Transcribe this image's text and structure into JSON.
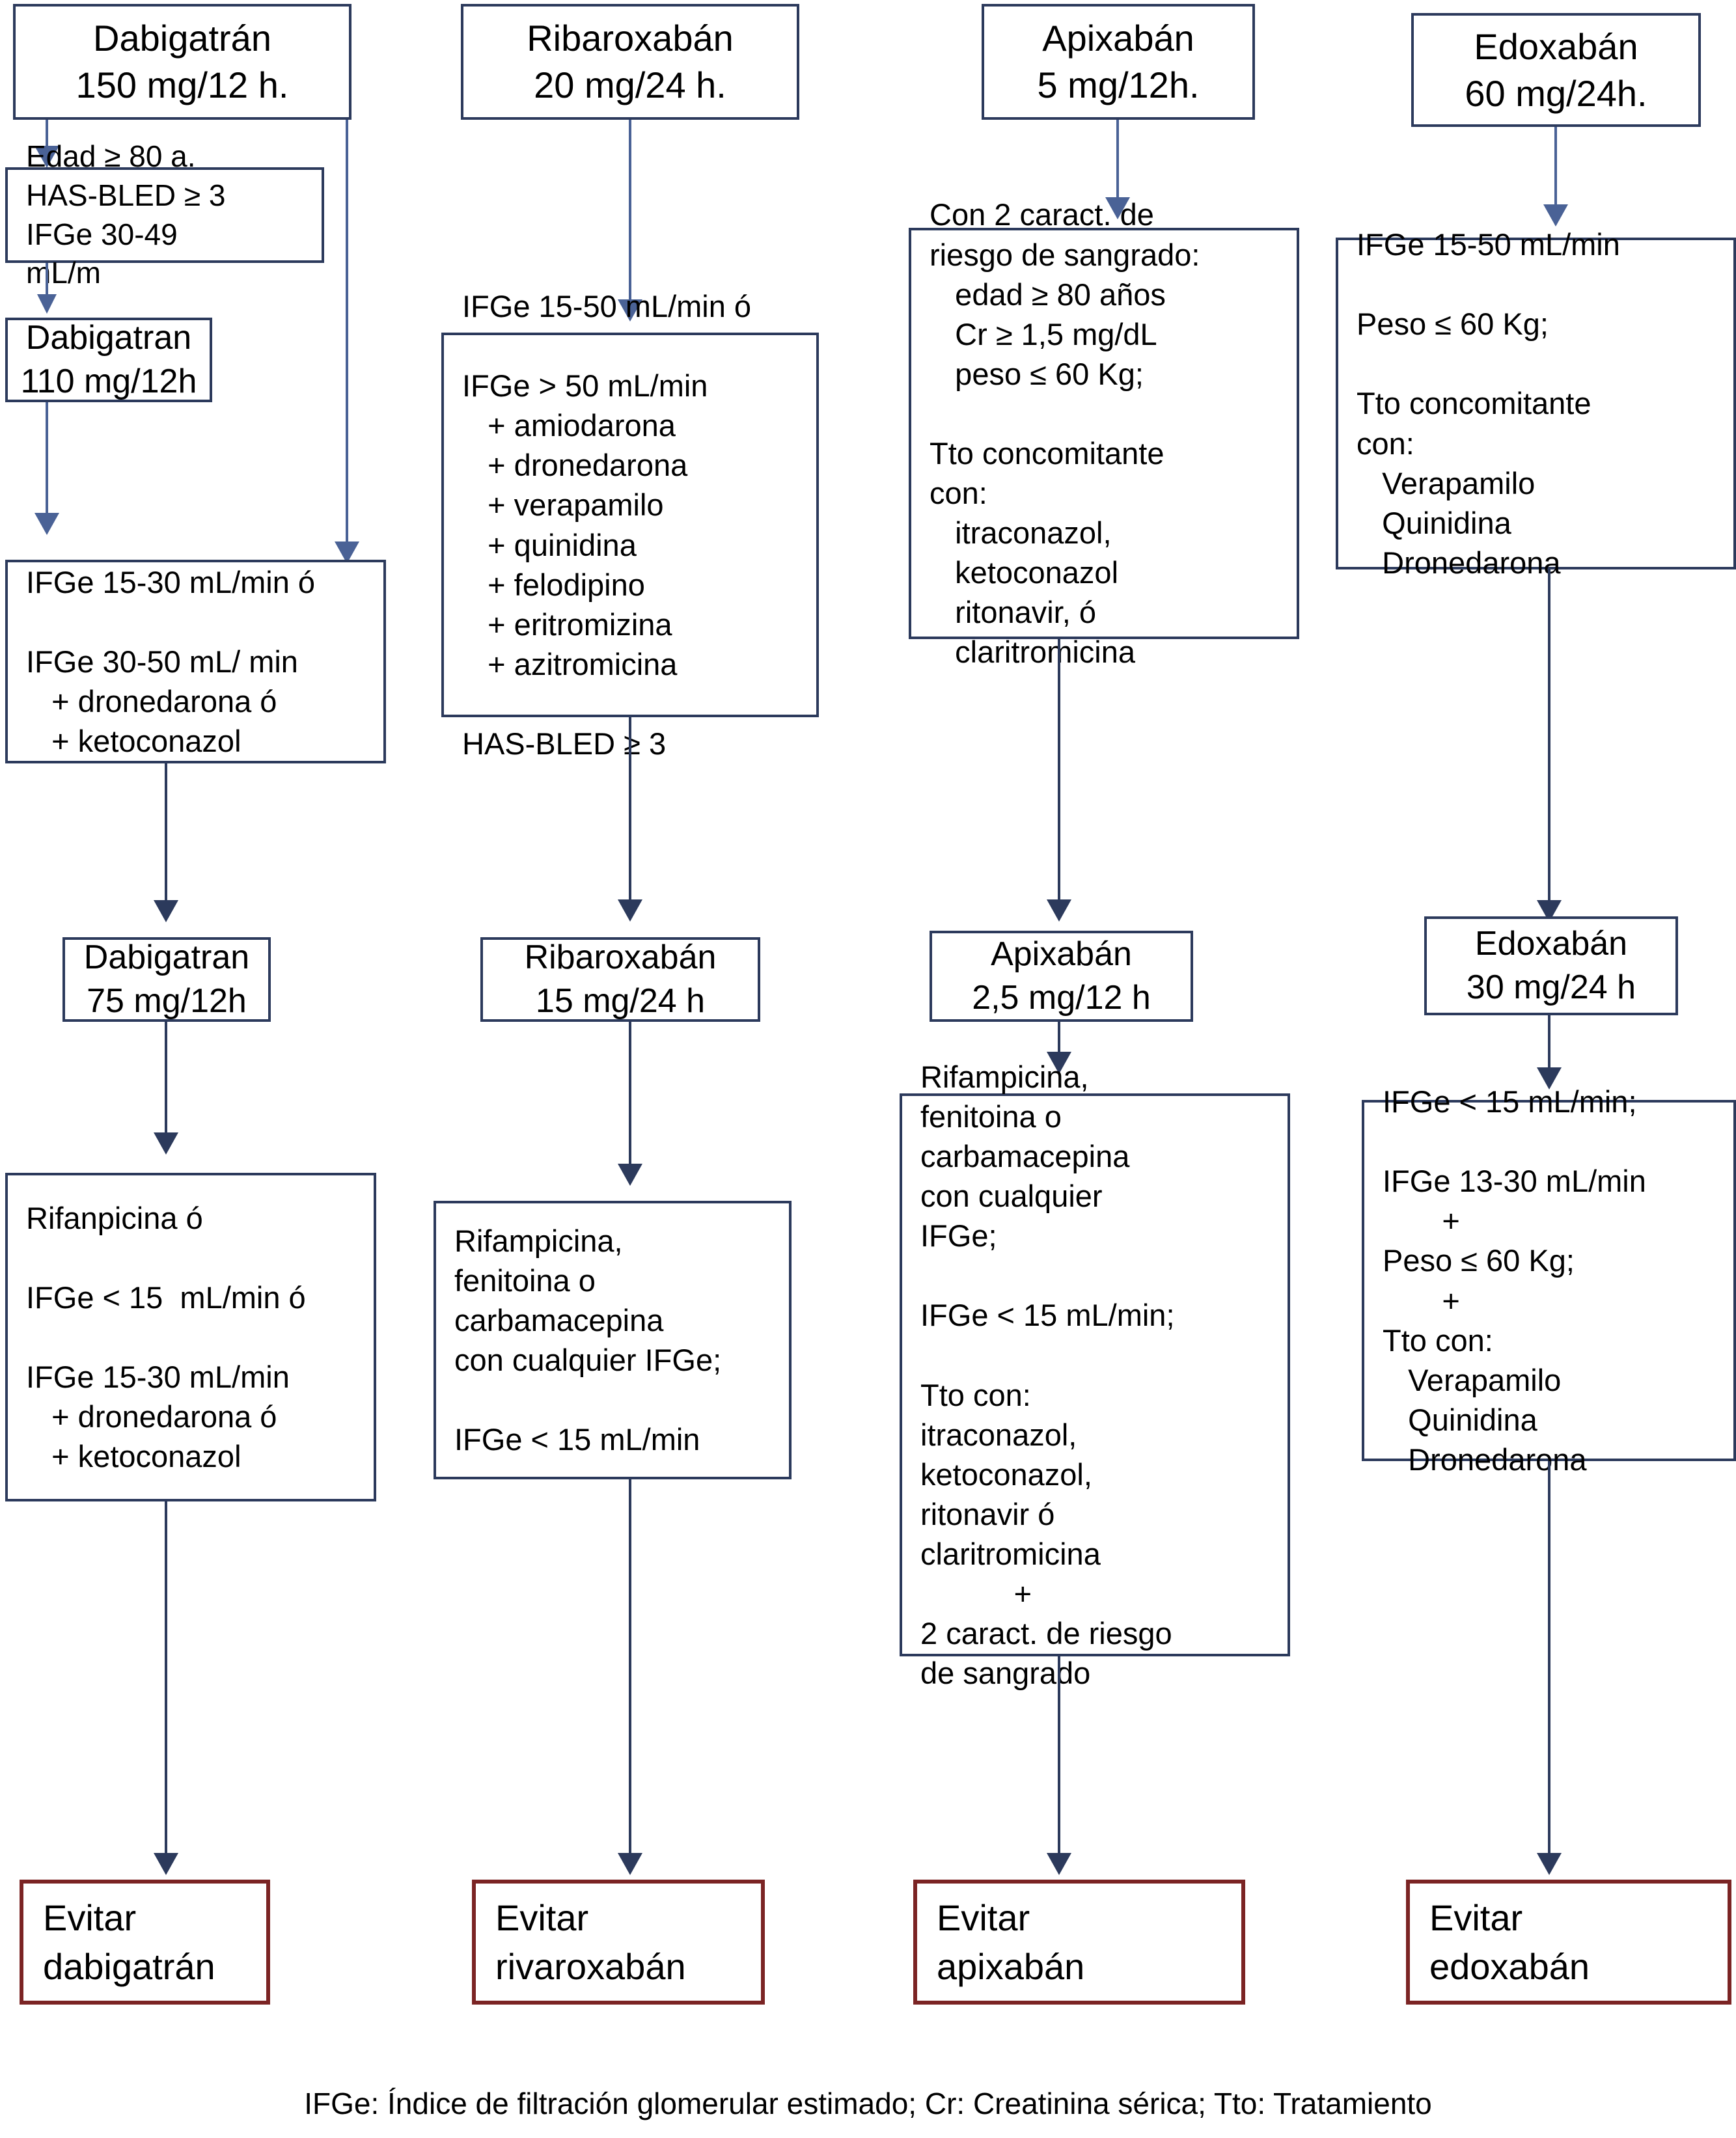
{
  "colors": {
    "box_border": "#2c3a5c",
    "avoid_border": "#7b2424",
    "arrow_light": "#4a6296",
    "arrow_dark": "#2c3a5c",
    "background": "#ffffff",
    "text": "#000000"
  },
  "columns": [
    {
      "id": "dabigatran",
      "start": "Dabigatrán\n150 mg/12 h.",
      "criteria1": "Edad ≥ 80 a.\nHAS-BLED ≥ 3\nIFGe 30-49\nmL/m",
      "dose2": "Dabigatran\n110 mg/12h",
      "criteria2": "IFGe 15-30 mL/min ó\n\nIFGe 30-50 mL/ min\n   + dronedarona ó\n   + ketoconazol",
      "dose3": "Dabigatran\n75 mg/12h",
      "criteria3": "Rifanpicina ó\n\nIFGe < 15  mL/min ó\n\nIFGe 15-30 mL/min\n   + dronedarona ó\n   + ketoconazol",
      "avoid": "Evitar\ndabigatrán"
    },
    {
      "id": "rivaroxaban",
      "start": "Ribaroxabán\n20 mg/24 h.",
      "criteria1": "IFGe 15-50 mL/min ó\n\nIFGe > 50 mL/min\n   + amiodarona\n   + dronedarona\n   + verapamilo\n   + quinidina\n   + felodipino\n   + eritromizina\n   + azitromicina\n\nHAS-BLED ≥ 3",
      "dose2": "Ribaroxabán\n15 mg/24 h",
      "criteria3": "Rifampicina,\nfenitoina o\ncarbamacepina\ncon cualquier IFGe;\n\nIFGe < 15 mL/min",
      "avoid": "Evitar\nrivaroxabán"
    },
    {
      "id": "apixaban",
      "start": "Apixabán\n5 mg/12h.",
      "criteria1": "Con 2 caract. de\nriesgo de sangrado:\n   edad ≥ 80 años\n   Cr ≥ 1,5 mg/dL\n   peso ≤ 60 Kg;\n\nTto concomitante\ncon:\n   itraconazol,\n   ketoconazol\n   ritonavir, ó\n   claritromicina",
      "dose2": "Apixabán\n2,5 mg/12 h",
      "criteria3": "Rifampicina,\nfenitoina o\ncarbamacepina\ncon cualquier\nIFGe;\n\nIFGe < 15 mL/min;\n\nTto con:\nitraconazol,\nketoconazol,\nritonavir ó\nclaritromicina\n           +\n2 caract. de riesgo\nde sangrado",
      "avoid": "Evitar\napixabán"
    },
    {
      "id": "edoxaban",
      "start": "Edoxabán\n60 mg/24h.",
      "criteria1": "IFGe 15-50 mL/min\n\nPeso ≤ 60 Kg;\n\nTto concomitante\ncon:\n   Verapamilo\n   Quinidina\n   Dronedarona",
      "dose2": "Edoxabán\n30 mg/24 h",
      "criteria3": "IFGe < 15 mL/min;\n\nIFGe 13-30 mL/min\n       +\nPeso ≤ 60 Kg;\n       +\nTto con:\n   Verapamilo\n   Quinidina\n   Dronedarona",
      "avoid": "Evitar\nedoxabán"
    }
  ],
  "footnote": "IFGe: Índice de filtración glomerular estimado; Cr: Creatinina sérica; Tto: Tratamiento"
}
